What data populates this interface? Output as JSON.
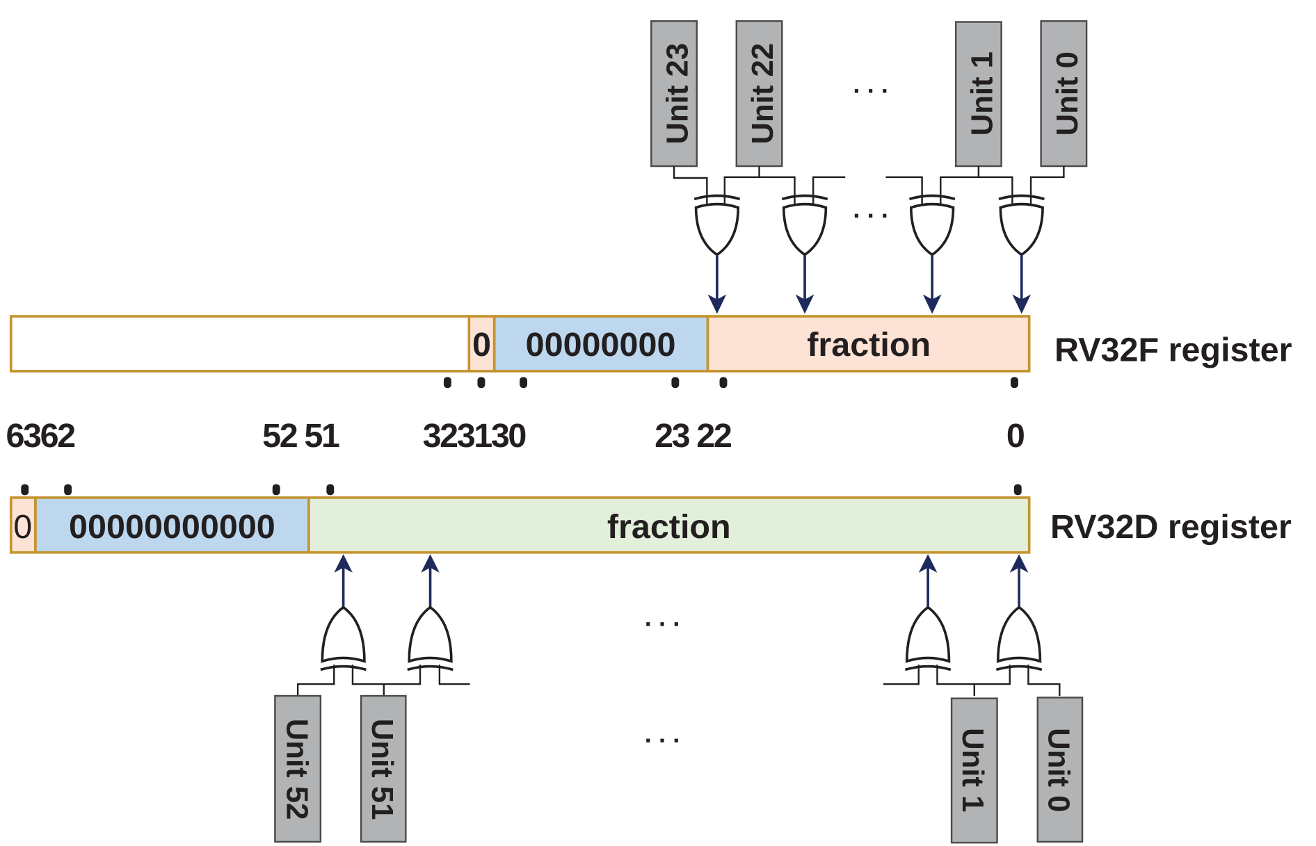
{
  "colors": {
    "border": "#c4942e",
    "sign_fill": "#fce3d6",
    "exponent_fill": "#bdd7ee",
    "fraction_f_fill": "#fce3d6",
    "fraction_d_fill": "#e2efda",
    "unused_fill": "#ffffff",
    "unit_fill": "#b2b3b5",
    "arrow": "#1f2a5c",
    "text": "#231f20"
  },
  "rv32f": {
    "label": "RV32F register",
    "segments": [
      {
        "name": "unused",
        "text": ""
      },
      {
        "name": "sign",
        "text": "0"
      },
      {
        "name": "exponent",
        "text": "00000000"
      },
      {
        "name": "fraction",
        "text": "fraction"
      }
    ],
    "units": [
      "Unit 23",
      "Unit 22",
      "Unit 1",
      "Unit 0"
    ],
    "ellipsis": ". . ."
  },
  "rv32d": {
    "label": "RV32D register",
    "segments": [
      {
        "name": "sign",
        "text": "0"
      },
      {
        "name": "exponent",
        "text": "00000000000"
      },
      {
        "name": "fraction",
        "text": "fraction"
      }
    ],
    "units": [
      "Unit 52",
      "Unit 51",
      "Unit 1",
      "Unit 0"
    ],
    "ellipsis": ". . ."
  },
  "bit_labels": [
    "6362",
    "52 51",
    "323130",
    "23 22",
    "0"
  ]
}
